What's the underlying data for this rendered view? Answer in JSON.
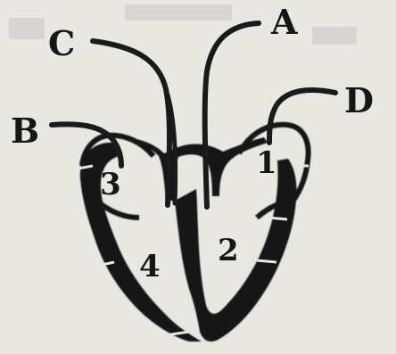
{
  "labels": {
    "A": "A",
    "B": "B",
    "C": "C",
    "D": "D",
    "chamber1": "1",
    "chamber2": "2",
    "chamber3": "3",
    "chamber4": "4"
  },
  "colors": {
    "paper": "#e9e7e2",
    "ink": "#161616",
    "stroke": "#1a1a1a"
  }
}
